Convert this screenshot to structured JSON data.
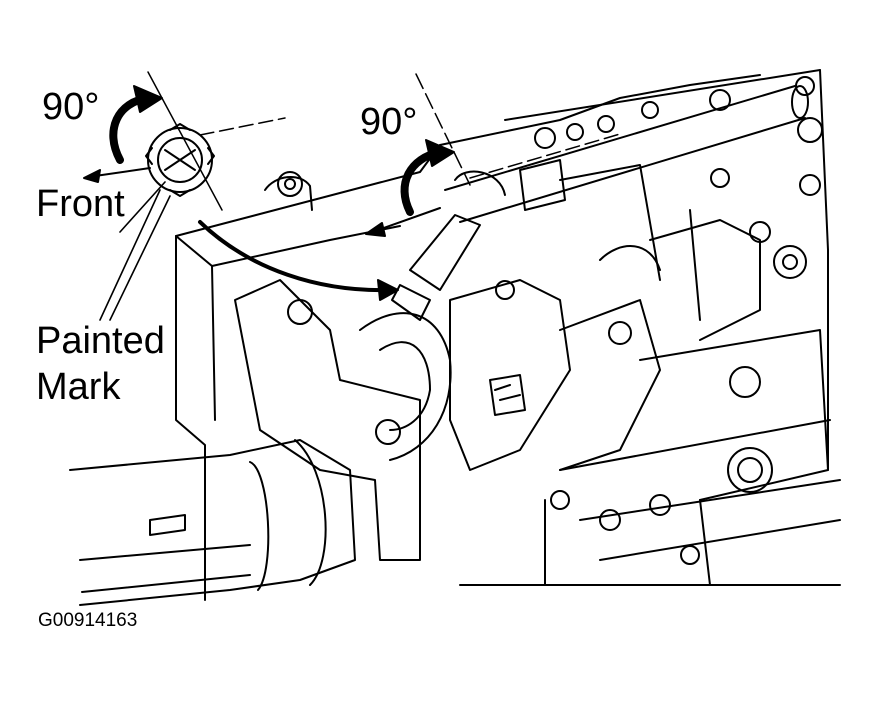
{
  "labels": {
    "angle_left": "90°",
    "angle_right": "90°",
    "front": "Front",
    "painted_mark_line1": "Painted",
    "painted_mark_line2": "Mark",
    "figure_code": "G00914163"
  },
  "colors": {
    "ink": "#000000",
    "background": "#ffffff"
  }
}
